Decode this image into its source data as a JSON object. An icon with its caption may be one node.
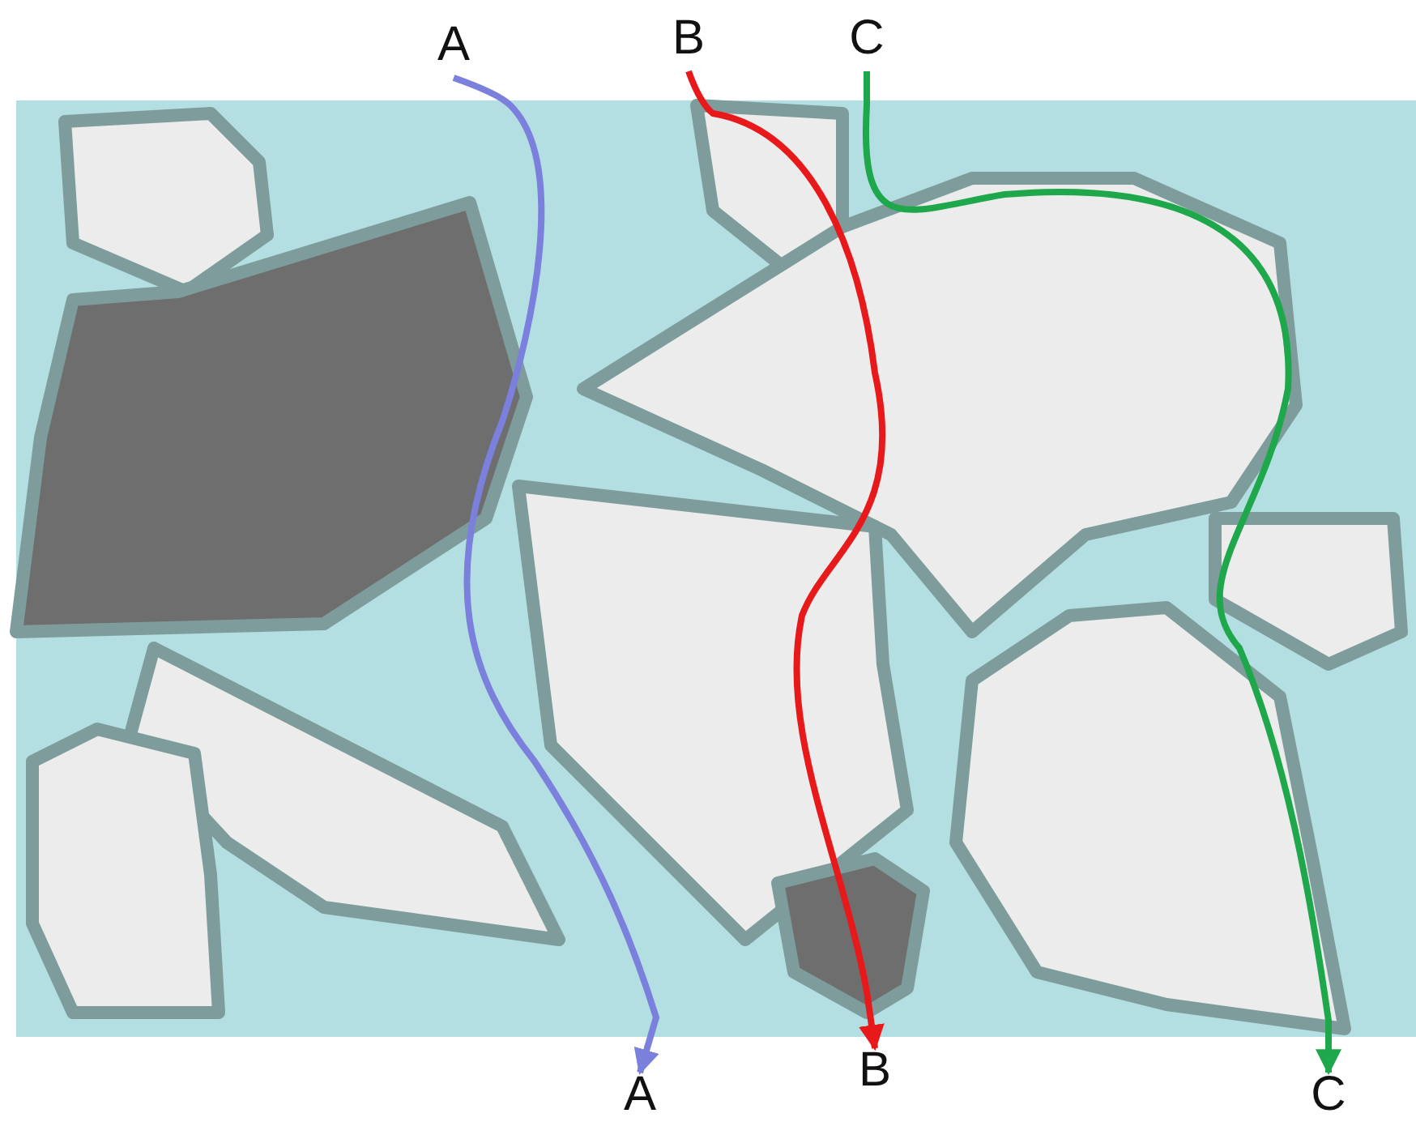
{
  "diagram": {
    "nodes": [
      {
        "text": [
          "A"
        ]
      },
      {
        "text": [
          "B"
        ]
      },
      {
        "text": [
          "C"
        ]
      },
      {
        "text": [
          "A"
        ]
      },
      {
        "text": [
          "B"
        ]
      },
      {
        "text": [
          "C"
        ]
      }
    ],
    "edges": [
      {
        "from": 0,
        "to": 3,
        "arrow": "to",
        "color": "#7b80dc"
      },
      {
        "from": 1,
        "to": 4,
        "arrow": "to",
        "color": "#e8191b"
      },
      {
        "from": 2,
        "to": 5,
        "arrow": "to",
        "color": "#1fa84b"
      }
    ]
  }
}
